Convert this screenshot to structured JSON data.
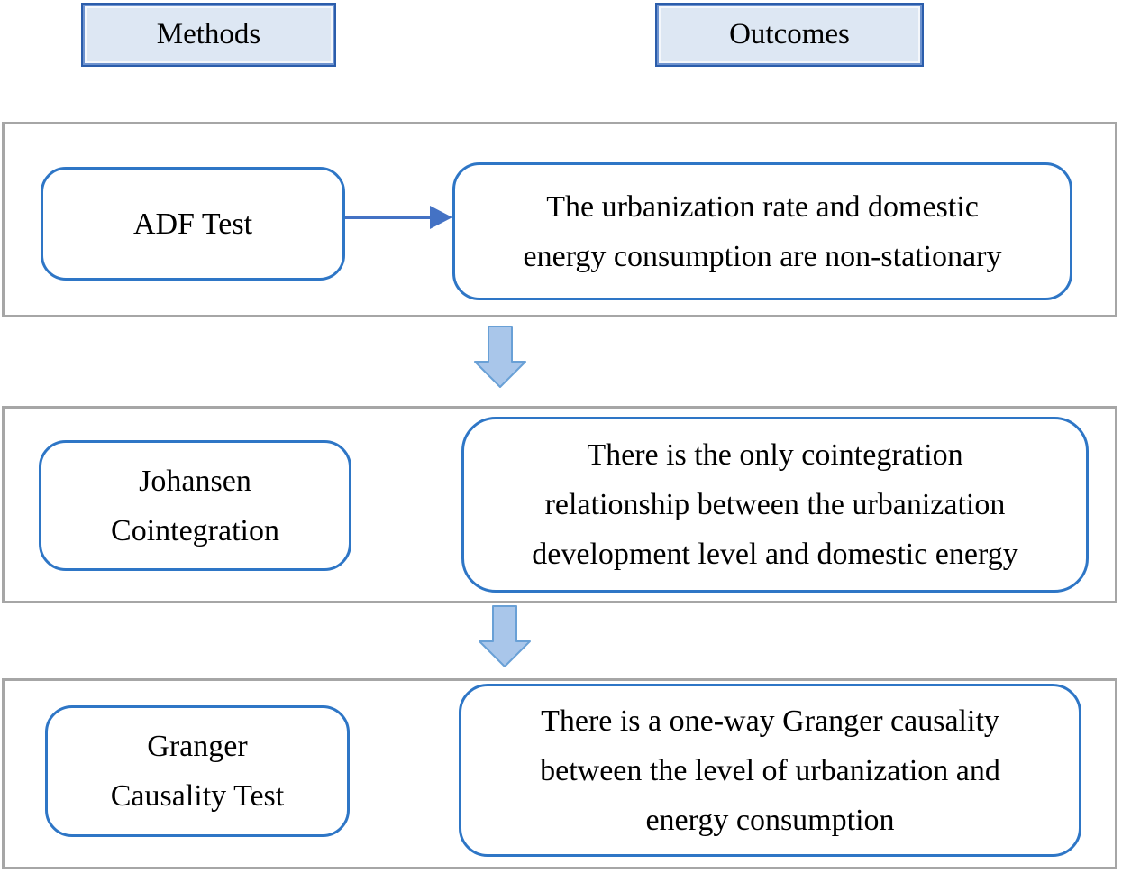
{
  "figure": {
    "columns": [
      {
        "label": "Methods"
      },
      {
        "label": "Outcomes"
      }
    ],
    "rows": [
      {
        "method": "ADF Test",
        "outcome": "The urbanization rate and domestic energy consumption are non-stationary"
      },
      {
        "method": "Johansen Cointegration",
        "outcome": "There is the only cointegration relationship between the urbanization development level and domestic energy"
      },
      {
        "method": "Granger Causality Test",
        "outcome": "There is a one-way Granger causality between the level of urbanization and energy consumption"
      }
    ]
  },
  "icons": {
    "method_to_outcome": "right-arrow-icon",
    "row_to_row": "down-arrow-icon"
  },
  "colors": {
    "header_fill": "#dde7f3",
    "header_border": "#2b5dab",
    "box_border": "#2e76c6",
    "section_border": "#a6a6a6",
    "connector": "#4472c4",
    "block_arrow_fill": "#a9c6ea",
    "block_arrow_border": "#69a0d6",
    "text": "#000000",
    "background": "#ffffff"
  }
}
